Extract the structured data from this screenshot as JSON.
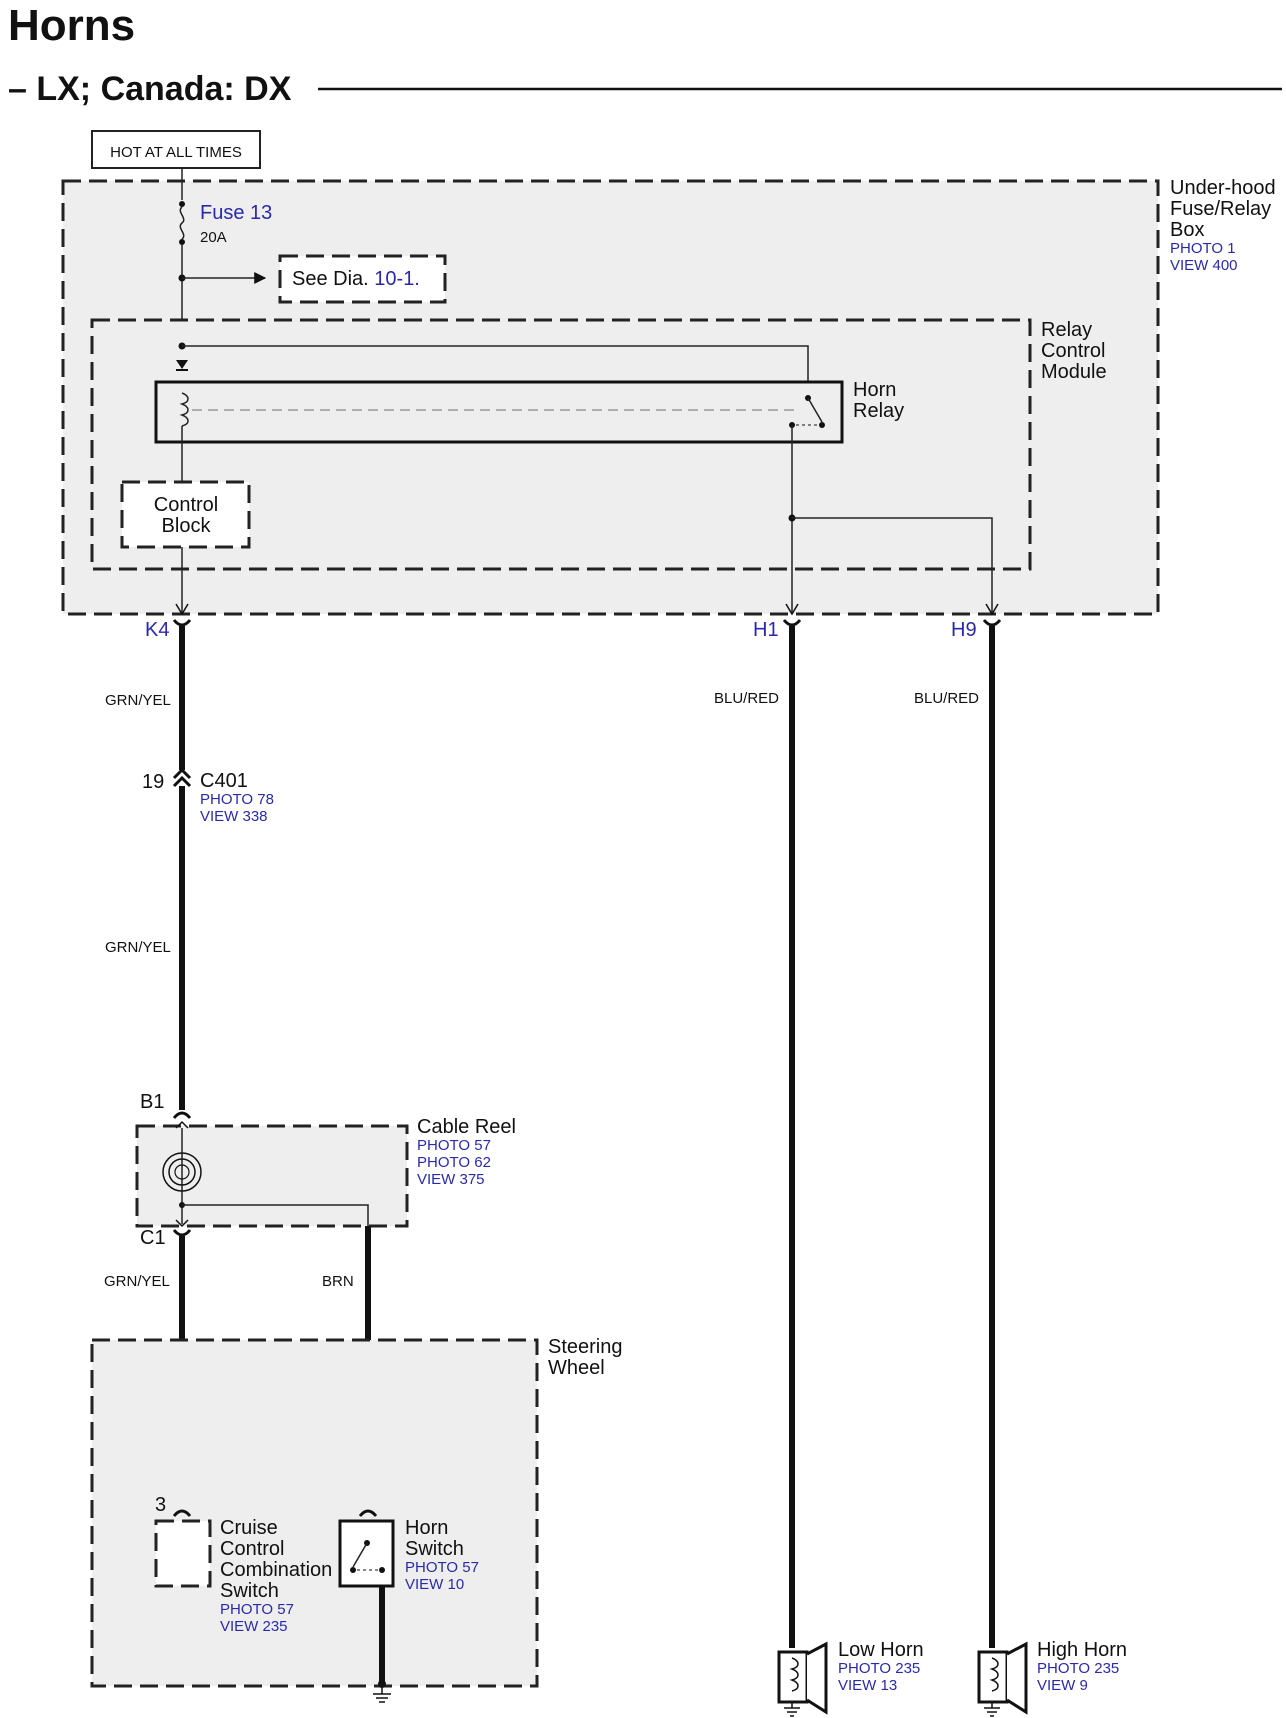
{
  "title": "Horns",
  "subtitle": "LX; Canada: DX",
  "power_label": "HOT AT ALL TIMES",
  "fuse": {
    "name": "Fuse 13",
    "rating": "20A"
  },
  "see_dia": {
    "prefix": "See Dia.",
    "ref": "10-1."
  },
  "fuse_box": {
    "line1": "Under-hood",
    "line2": "Fuse/Relay",
    "line3": "Box",
    "photo": "PHOTO 1",
    "view": "VIEW 400"
  },
  "relay_module": {
    "line1": "Relay",
    "line2": "Control",
    "line3": "Module"
  },
  "horn_relay": {
    "line1": "Horn",
    "line2": "Relay"
  },
  "control_block": {
    "line1": "Control",
    "line2": "Block"
  },
  "terminals": {
    "k4": "K4",
    "h1": "H1",
    "h9": "H9",
    "b1": "B1",
    "c1": "C1",
    "pin19": "19",
    "pin3": "3"
  },
  "wires": {
    "k4_color": "GRN/YEL",
    "h1_color": "BLU/RED",
    "h9_color": "BLU/RED",
    "c401_lower_color": "GRN/YEL",
    "c1_color": "GRN/YEL",
    "brn_color": "BRN"
  },
  "c401": {
    "name": "C401",
    "photo": "PHOTO 78",
    "view": "VIEW 338"
  },
  "cable_reel": {
    "name": "Cable Reel",
    "photo1": "PHOTO 57",
    "photo2": "PHOTO 62",
    "view": "VIEW 375"
  },
  "steering_wheel": {
    "line1": "Steering",
    "line2": "Wheel"
  },
  "cruise_switch": {
    "line1": "Cruise",
    "line2": "Control",
    "line3": "Combination",
    "line4": "Switch",
    "photo": "PHOTO 57",
    "view": "VIEW 235"
  },
  "horn_switch": {
    "line1": "Horn",
    "line2": "Switch",
    "photo": "PHOTO 57",
    "view": "VIEW 10"
  },
  "low_horn": {
    "name": "Low Horn",
    "photo": "PHOTO 235",
    "view": "VIEW 13"
  },
  "high_horn": {
    "name": "High Horn",
    "photo": "PHOTO 235",
    "view": "VIEW 9"
  },
  "colors": {
    "reference_text": "#2a2aa8",
    "box_fill": "#eeeeee",
    "wire": "#111111"
  }
}
